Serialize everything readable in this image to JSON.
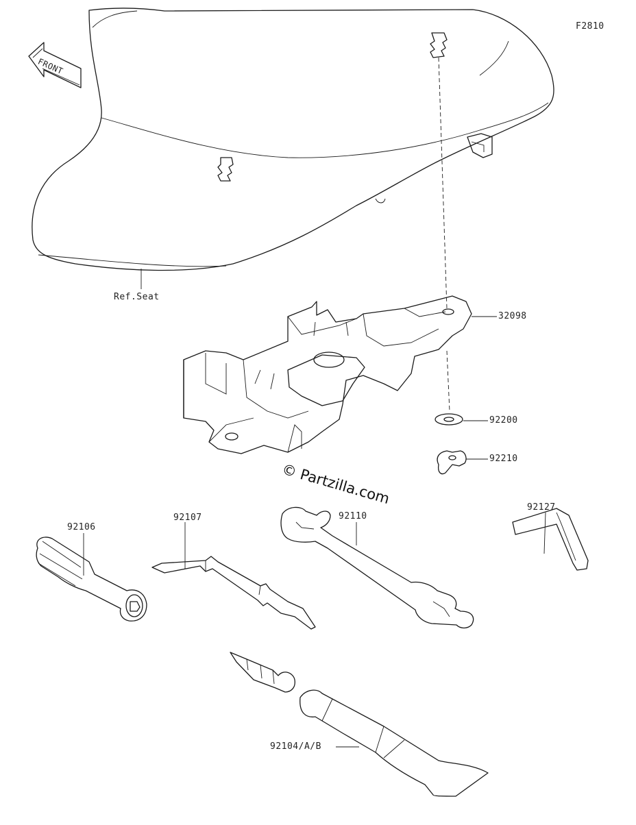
{
  "diagram_code": "F2810",
  "front_arrow": {
    "label": "FRONT"
  },
  "reference": {
    "seat": "Ref.Seat"
  },
  "parts": {
    "bracket": "32098",
    "washer": "92200",
    "wing_nut": "92210",
    "handle": "92106",
    "screwdriver": "92107",
    "wrench": "92110",
    "hex_key": "92127",
    "valve_and_grease": "92104/A/B"
  },
  "watermark": "© Partzilla.com"
}
